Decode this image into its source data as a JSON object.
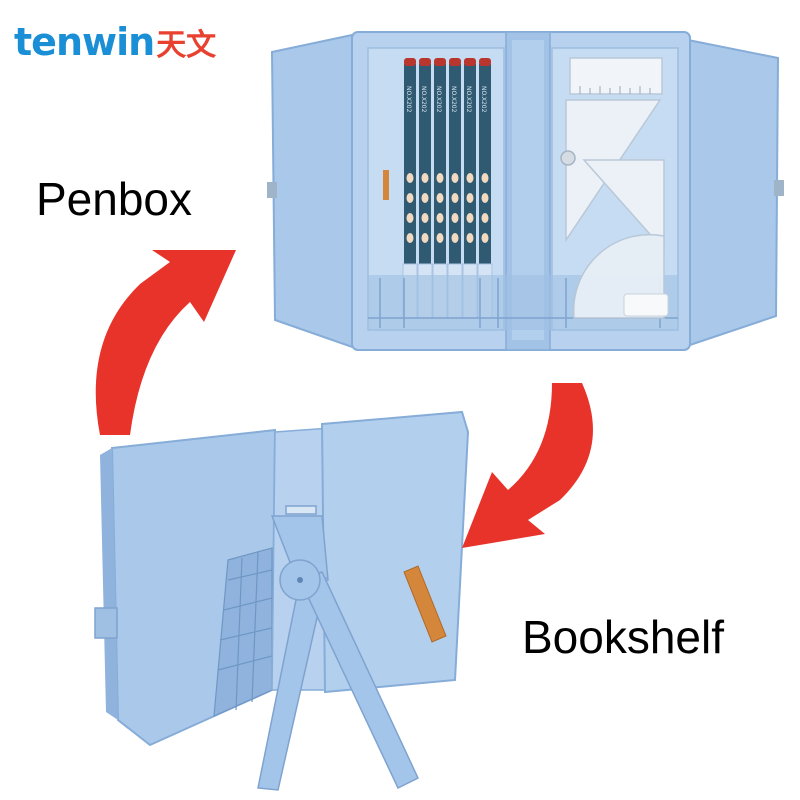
{
  "brand": {
    "logo_latin": "tenwin",
    "logo_cjk": "天文",
    "logo_latin_color": "#1a8fd6",
    "logo_cjk_color": "#e8412f"
  },
  "labels": {
    "top_mode": "Penbox",
    "bottom_mode": "Bookshelf"
  },
  "pencils": {
    "count": 6,
    "imprint_text": "NO.X202"
  },
  "colors": {
    "product_blue": "#a9c8ea",
    "product_blue_dark": "#86acd8",
    "pencil_body": "#2f5a72",
    "pencil_tip": "#b8362e",
    "arrow_red": "#e8332b",
    "hinge_orange": "#d4873a"
  }
}
